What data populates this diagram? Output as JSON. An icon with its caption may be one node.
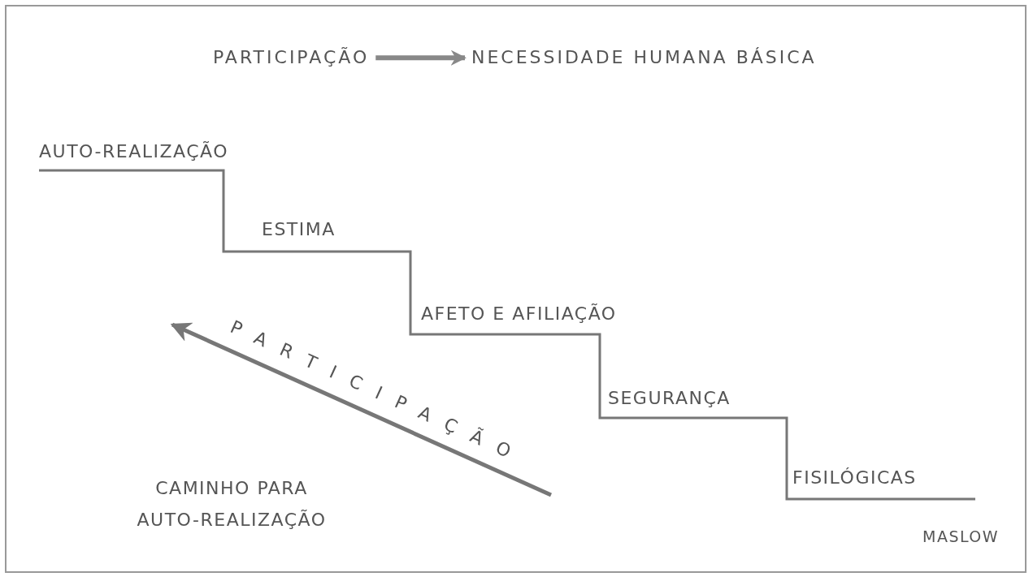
{
  "diagram": {
    "nodes": [
      {
        "text": [
          "PARTICIPAÇÃO"
        ]
      },
      {
        "text": [
          "NECESSIDADE HUMANA BÁSICA"
        ]
      }
    ],
    "edges": [
      {
        "from": 0,
        "to": 1,
        "arrow": "to"
      }
    ],
    "labels": [
      "AUTO-REALIZAÇÃO",
      "ESTIMA",
      "AFETO E AFILIAÇÃO",
      "PARTICIPAÇÃO",
      "SEGURANÇA",
      "FISILÓGICAS",
      "CAMINHO PARA AUTO-REALIZAÇÃO",
      "MASLOW"
    ]
  }
}
